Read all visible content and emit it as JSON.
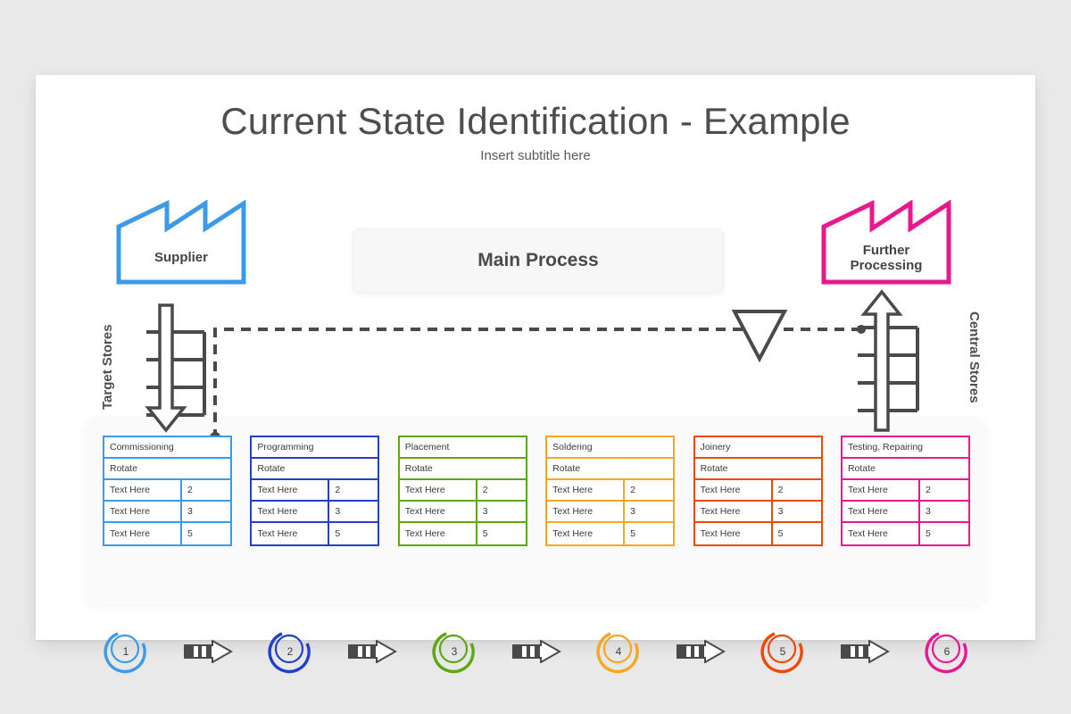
{
  "slide": {
    "title": "Current State Identification - Example",
    "subtitle": "Insert subtitle here",
    "main_process_label": "Main Process"
  },
  "colors": {
    "page_background": "#e9e9e9",
    "slide_background": "#ffffff",
    "panel_background": "#fafafa",
    "title_text": "#4d4d4d",
    "line_dark": "#4a4a4a",
    "step1": "#3d9ae8",
    "step2": "#2340c8",
    "step3": "#5ba812",
    "step4": "#f5a623",
    "step5": "#eb4a0a",
    "step6": "#e8188f"
  },
  "endpoints": {
    "supplier": {
      "label": "Supplier",
      "color": "#3d9ae8"
    },
    "further_processing": {
      "label": "Further\nProcessing",
      "line1": "Further",
      "line2": "Processing",
      "color": "#e8188f"
    }
  },
  "stores": {
    "left": {
      "label": "Target Stores",
      "icon": "shelf-down-arrow-icon"
    },
    "right": {
      "label": "Central Stores",
      "icon": "shelf-up-arrow-icon"
    }
  },
  "inventory_marker": {
    "icon": "inventory-triangle-icon"
  },
  "table_headers": {
    "rotate_label": "Rotate",
    "text_label": "Text Here"
  },
  "processes": [
    {
      "step": "1",
      "title": "Commissioning",
      "color": "#3d9ae8",
      "rows": [
        {
          "label": "Rotate",
          "value": ""
        },
        {
          "label": "Text Here",
          "value": "2"
        },
        {
          "label": "Text Here",
          "value": "3"
        },
        {
          "label": "Text Here",
          "value": "5"
        }
      ]
    },
    {
      "step": "2",
      "title": "Programming",
      "color": "#2340c8",
      "rows": [
        {
          "label": "Rotate",
          "value": ""
        },
        {
          "label": "Text Here",
          "value": "2"
        },
        {
          "label": "Text Here",
          "value": "3"
        },
        {
          "label": "Text Here",
          "value": "5"
        }
      ]
    },
    {
      "step": "3",
      "title": "Placement",
      "color": "#5ba812",
      "rows": [
        {
          "label": "Rotate",
          "value": ""
        },
        {
          "label": "Text Here",
          "value": "2"
        },
        {
          "label": "Text Here",
          "value": "3"
        },
        {
          "label": "Text Here",
          "value": "5"
        }
      ]
    },
    {
      "step": "4",
      "title": "Soldering",
      "color": "#f5a623",
      "rows": [
        {
          "label": "Rotate",
          "value": ""
        },
        {
          "label": "Text Here",
          "value": "2"
        },
        {
          "label": "Text Here",
          "value": "3"
        },
        {
          "label": "Text Here",
          "value": "5"
        }
      ]
    },
    {
      "step": "5",
      "title": "Joinery",
      "color": "#eb4a0a",
      "rows": [
        {
          "label": "Rotate",
          "value": ""
        },
        {
          "label": "Text Here",
          "value": "2"
        },
        {
          "label": "Text Here",
          "value": "3"
        },
        {
          "label": "Text Here",
          "value": "5"
        }
      ]
    },
    {
      "step": "6",
      "title": "Testing, Repairing",
      "color": "#e8188f",
      "rows": [
        {
          "label": "Rotate",
          "value": ""
        },
        {
          "label": "Text Here",
          "value": "2"
        },
        {
          "label": "Text Here",
          "value": "3"
        },
        {
          "label": "Text Here",
          "value": "5"
        }
      ]
    }
  ],
  "connectors": [
    {
      "icon": "push-arrow-icon"
    },
    {
      "icon": "push-arrow-icon"
    },
    {
      "icon": "push-arrow-icon"
    },
    {
      "icon": "push-arrow-icon"
    },
    {
      "icon": "push-arrow-icon"
    }
  ]
}
